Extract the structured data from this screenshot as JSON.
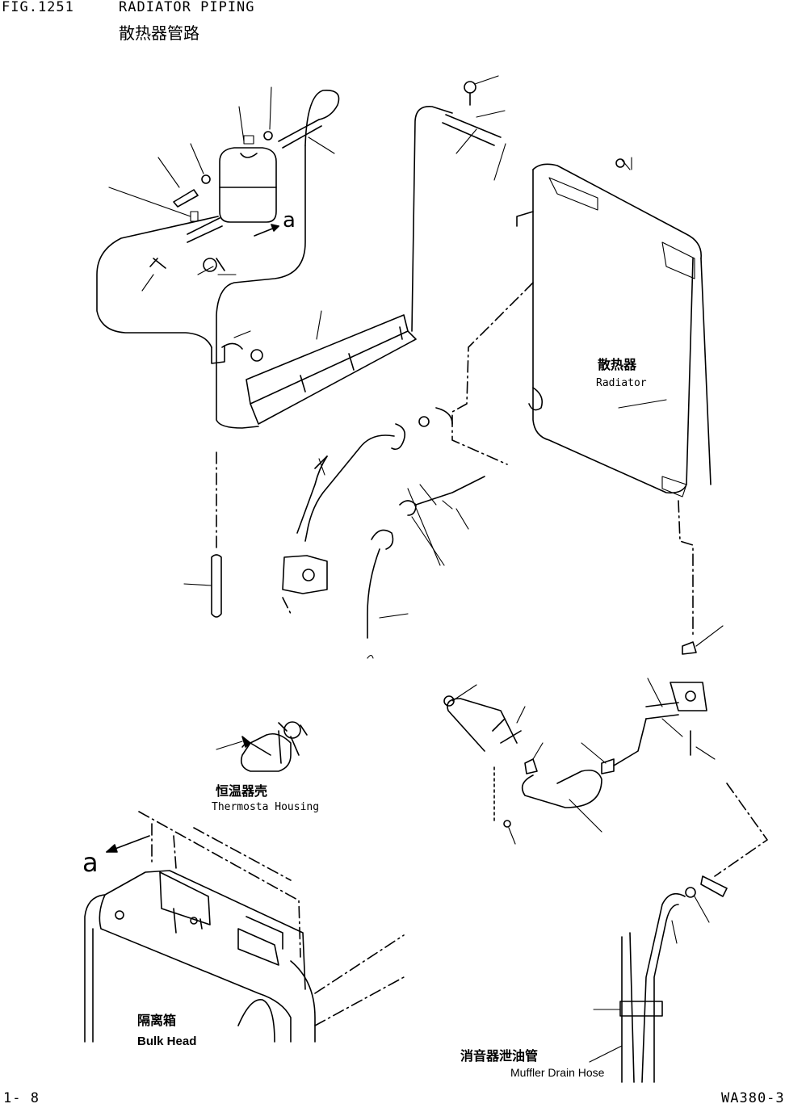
{
  "header": {
    "fig_no": "FIG.1251",
    "title_en": "RADIATOR PIPING",
    "title_cn": "散热器管路"
  },
  "labels": {
    "radiator_cn": "散热器",
    "radiator_en": "Radiator",
    "thermostat_cn": "恒温器壳",
    "thermostat_en": "Thermosta Housing",
    "bulkhead_cn": "隔离箱",
    "bulkhead_en": "Bulk Head",
    "muffler_cn": "消音器泄油管",
    "muffler_en": "Muffler Drain Hose",
    "ref_a_top": "a",
    "ref_a_bottom": "a"
  },
  "footer": {
    "page": "1-  8",
    "model": "WA380-3"
  }
}
